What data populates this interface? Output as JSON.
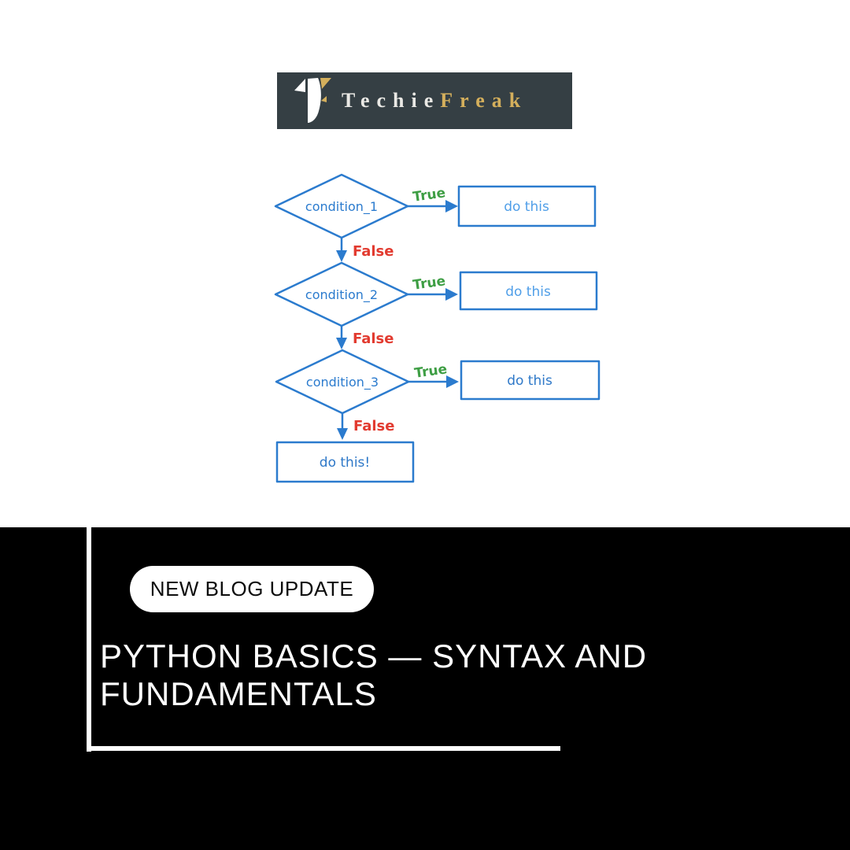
{
  "brand": {
    "name_techie": "Techie",
    "name_freak": "Freak",
    "banner_bg": "#353F44",
    "gold": "#D4AF5C"
  },
  "flowchart": {
    "rows": [
      {
        "condition": "condition_1",
        "true_label": "True",
        "false_label": "False",
        "action": "do this"
      },
      {
        "condition": "condition_2",
        "true_label": "True",
        "false_label": "False",
        "action": "do this"
      },
      {
        "condition": "condition_3",
        "true_label": "True",
        "false_label": "False",
        "action": "do this"
      }
    ],
    "final_action": "do this!",
    "colors": {
      "stroke": "#2B7BCE",
      "action_light": "#4F9EE8",
      "action_dark": "#2E78C8",
      "true": "#3E9E44",
      "false": "#E23B30"
    }
  },
  "announcement": {
    "badge": "NEW BLOG UPDATE",
    "title_line1": "PYTHON BASICS — SYNTAX AND",
    "title_line2": "FUNDAMENTALS"
  }
}
